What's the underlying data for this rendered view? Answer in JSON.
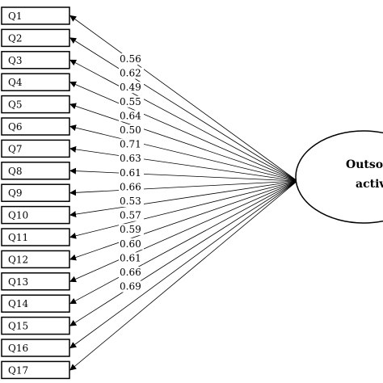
{
  "diagram": {
    "factor": {
      "line1": "Outsourcing",
      "line2": "activities"
    },
    "items": [
      {
        "label": "Q1",
        "loading": "0.56"
      },
      {
        "label": "Q2",
        "loading": "0.62"
      },
      {
        "label": "Q3",
        "loading": "0.49"
      },
      {
        "label": "Q4",
        "loading": "0.55"
      },
      {
        "label": "Q5",
        "loading": "0.64"
      },
      {
        "label": "Q6",
        "loading": "0.50"
      },
      {
        "label": "Q7",
        "loading": "0.71"
      },
      {
        "label": "Q8",
        "loading": "0.63"
      },
      {
        "label": "Q9",
        "loading": "0.61"
      },
      {
        "label": "Q10",
        "loading": "0.66"
      },
      {
        "label": "Q11",
        "loading": "0.53"
      },
      {
        "label": "Q12",
        "loading": "0.57"
      },
      {
        "label": "Q13",
        "loading": "0.59"
      },
      {
        "label": "Q14",
        "loading": "0.60"
      },
      {
        "label": "Q15",
        "loading": "0.61"
      },
      {
        "label": "Q16",
        "loading": "0.66"
      },
      {
        "label": "Q17",
        "loading": "0.69"
      }
    ]
  }
}
